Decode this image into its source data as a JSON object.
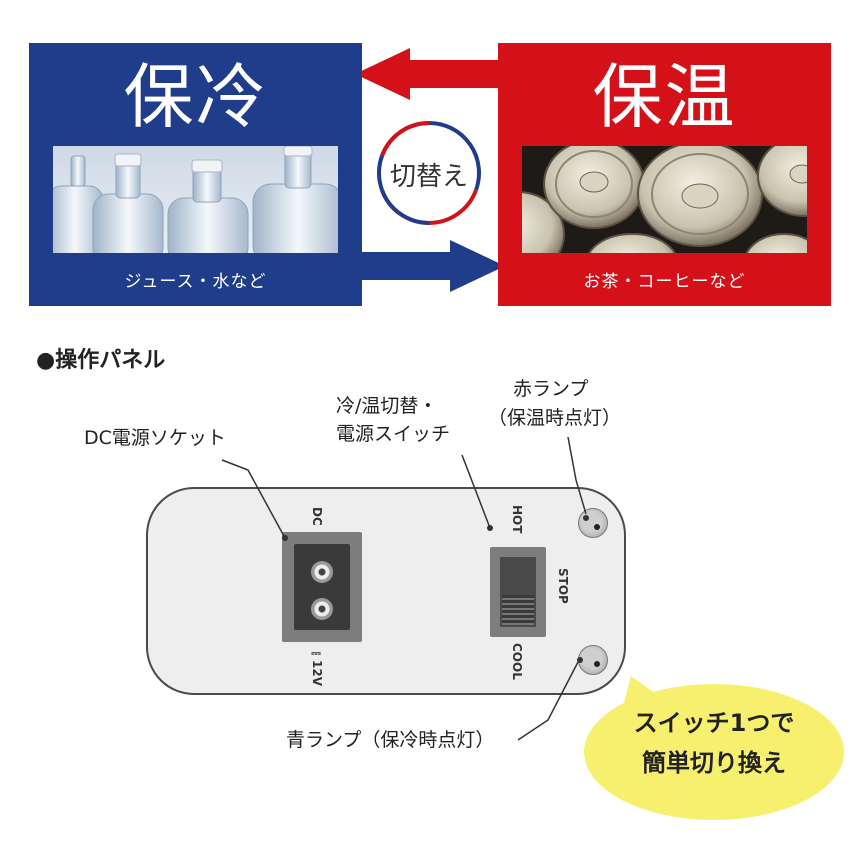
{
  "banner": {
    "cool": {
      "title": "保冷",
      "caption": "ジュース・水など",
      "color": "#1f3d8a"
    },
    "warm": {
      "title": "保温",
      "caption": "お茶・コーヒーなど",
      "color": "#d41118"
    },
    "switch_label": "切替え"
  },
  "section": {
    "heading": "●操作パネル"
  },
  "control_panel": {
    "callouts": {
      "dc_socket": "DC電源ソケット",
      "mode_switch_line1": "冷/温切替・",
      "mode_switch_line2": "電源スイッチ",
      "red_lamp_line1": "赤ランプ",
      "red_lamp_line2": "（保温時点灯）",
      "blue_lamp": "青ランプ（保冷時点灯）"
    },
    "markings": {
      "dc": "DC",
      "voltage": "⎓12V",
      "hot": "HOT",
      "stop": "STOP",
      "cool": "COOL"
    }
  },
  "bubble": {
    "line1": "スイッチ1つで",
    "line2": "簡単切り換え",
    "color": "#f7ef6e"
  }
}
